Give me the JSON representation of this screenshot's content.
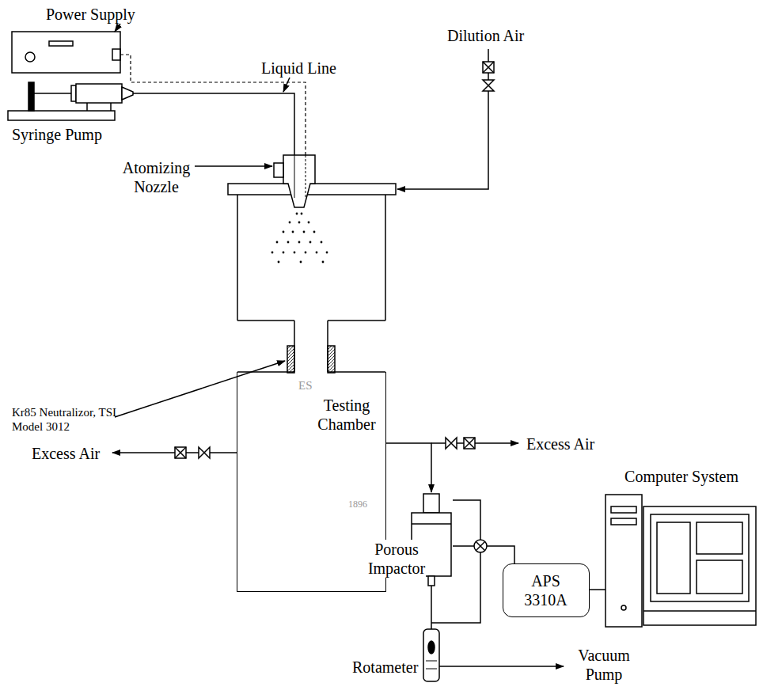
{
  "diagram": {
    "nodes": [
      {
        "text": [
          "Testing Chamber"
        ]
      },
      {
        "text": [
          "Porous Impactor"
        ]
      },
      {
        "text": [
          "APS 3310A"
        ]
      },
      {
        "text": [
          "Computer System"
        ]
      },
      {
        "text": [
          "Rotameter"
        ]
      }
    ],
    "edges": [
      {
        "from": 0,
        "to": 1,
        "arrow": "to"
      },
      {
        "from": 1,
        "to": 2,
        "arrow": "none"
      },
      {
        "from": 2,
        "to": 3,
        "arrow": "none"
      },
      {
        "from": 1,
        "to": 4,
        "arrow": "none"
      }
    ],
    "labels": [
      "Power Supply",
      "Syringe Pump",
      "Liquid Line",
      "Atomizing Nozzle",
      "Dilution Air",
      "Kr85 Neutralizor, TSI Model 3012",
      "Excess Air",
      "Excess Air",
      "Vacuum Pump",
      "ES",
      "1896"
    ]
  }
}
